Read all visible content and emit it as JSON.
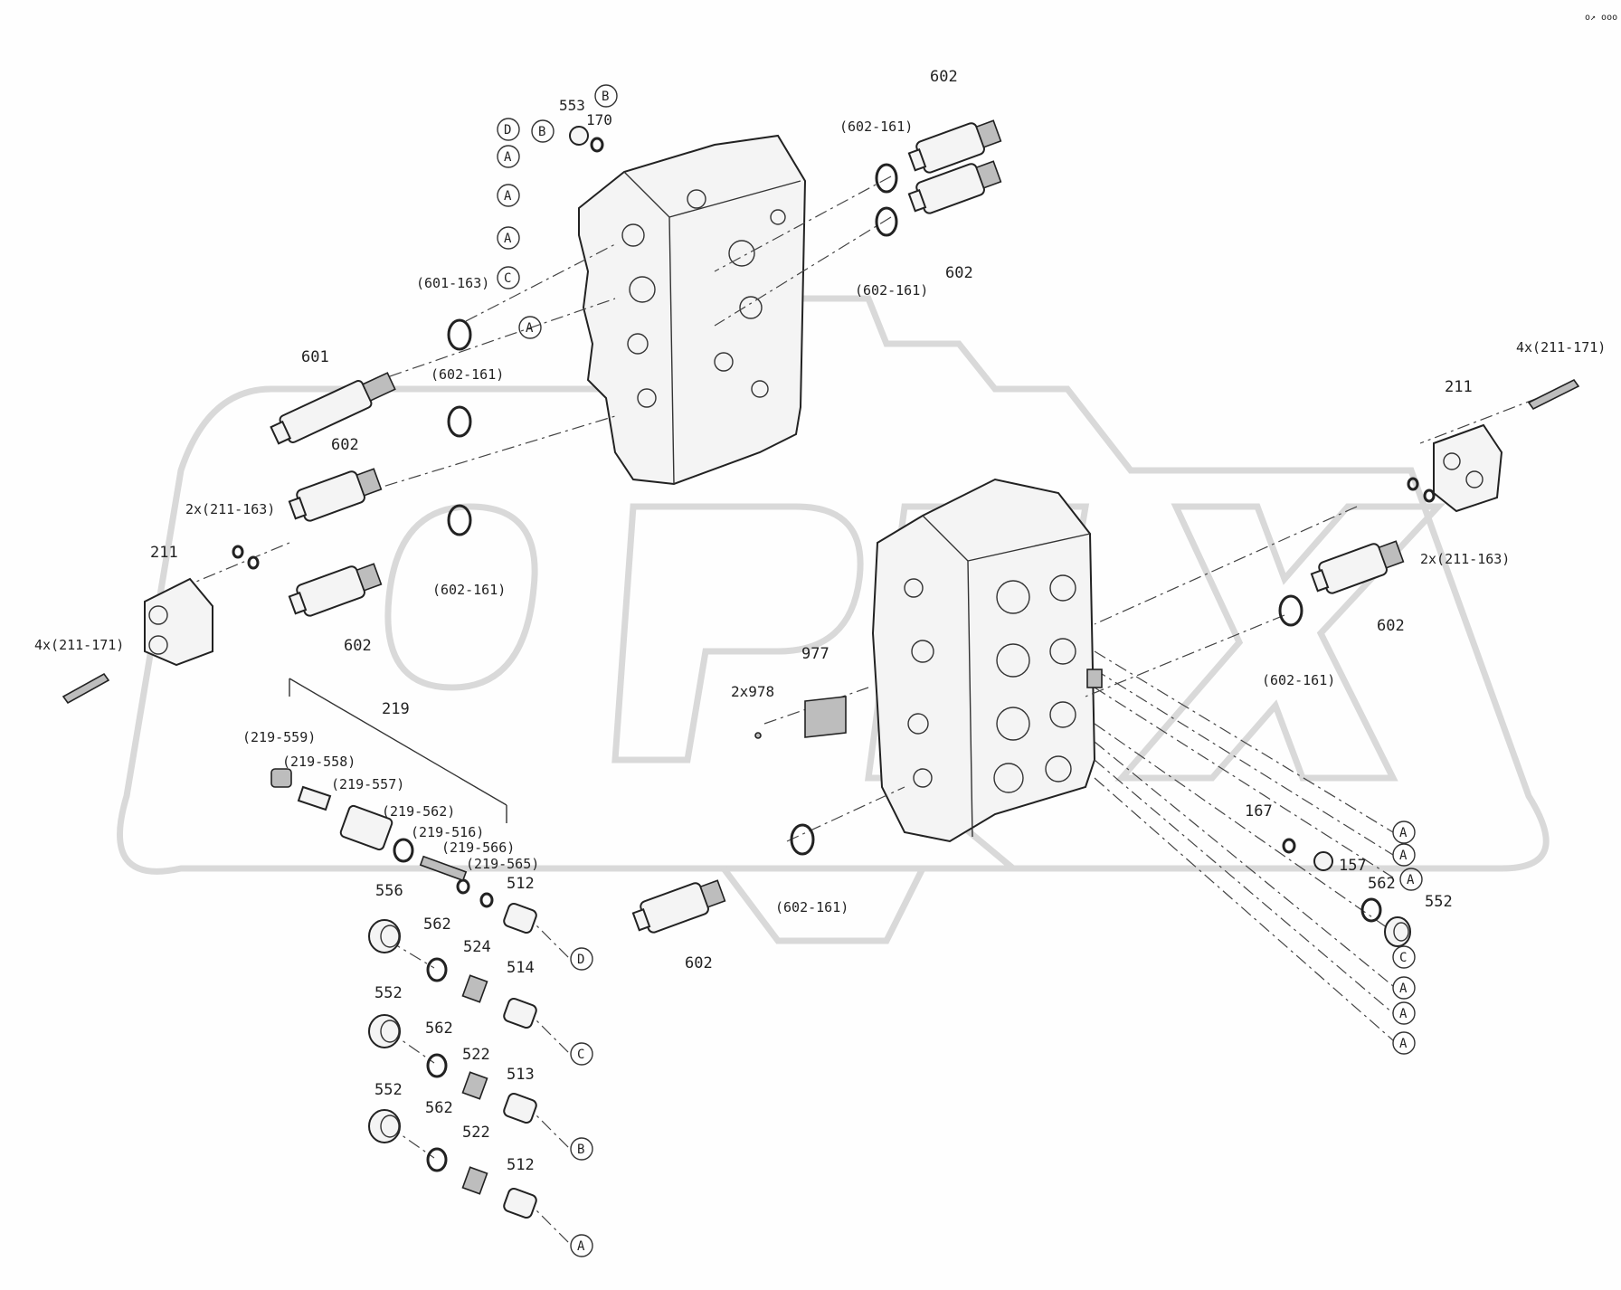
{
  "watermark": {
    "text": "OPEX",
    "color": "#d9d9d9"
  },
  "corner_note": "o↗ ooo",
  "labels": [
    {
      "id": "l553",
      "text": "553"
    },
    {
      "id": "l170",
      "text": "170"
    },
    {
      "id": "lB1",
      "text": "B"
    },
    {
      "id": "lD1",
      "text": "D"
    },
    {
      "id": "lB2",
      "text": "B"
    },
    {
      "id": "lA1",
      "text": "A"
    },
    {
      "id": "lA2",
      "text": "A"
    },
    {
      "id": "lA3",
      "text": "A"
    },
    {
      "id": "lC1",
      "text": "C"
    },
    {
      "id": "lA4",
      "text": "A"
    },
    {
      "id": "l602a",
      "text": "602"
    },
    {
      "id": "l602161a",
      "text": "(602-161)"
    },
    {
      "id": "l602b",
      "text": "602"
    },
    {
      "id": "l602161b",
      "text": "(602-161)"
    },
    {
      "id": "l601163",
      "text": "(601-163)"
    },
    {
      "id": "l601",
      "text": "601"
    },
    {
      "id": "l602161c",
      "text": "(602-161)"
    },
    {
      "id": "l602c",
      "text": "602"
    },
    {
      "id": "l2x211163a",
      "text": "2x(211-163)"
    },
    {
      "id": "l211a",
      "text": "211"
    },
    {
      "id": "l602161d",
      "text": "(602-161)"
    },
    {
      "id": "l602d",
      "text": "602"
    },
    {
      "id": "l4x211171a",
      "text": "4x(211-171)"
    },
    {
      "id": "l219",
      "text": "219"
    },
    {
      "id": "l219559",
      "text": "(219-559)"
    },
    {
      "id": "l219558",
      "text": "(219-558)"
    },
    {
      "id": "l219557",
      "text": "(219-557)"
    },
    {
      "id": "l219562",
      "text": "(219-562)"
    },
    {
      "id": "l219516",
      "text": "(219-516)"
    },
    {
      "id": "l219566",
      "text": "(219-566)"
    },
    {
      "id": "l219565",
      "text": "(219-565)"
    },
    {
      "id": "l556",
      "text": "556"
    },
    {
      "id": "l562a",
      "text": "562"
    },
    {
      "id": "l524",
      "text": "524"
    },
    {
      "id": "l512a",
      "text": "512"
    },
    {
      "id": "lD2",
      "text": "D"
    },
    {
      "id": "l514",
      "text": "514"
    },
    {
      "id": "lC2",
      "text": "C"
    },
    {
      "id": "l552a",
      "text": "552"
    },
    {
      "id": "l562b",
      "text": "562"
    },
    {
      "id": "l522a",
      "text": "522"
    },
    {
      "id": "l513",
      "text": "513"
    },
    {
      "id": "lB3",
      "text": "B"
    },
    {
      "id": "l552b",
      "text": "552"
    },
    {
      "id": "l562c",
      "text": "562"
    },
    {
      "id": "l522b",
      "text": "522"
    },
    {
      "id": "l512b",
      "text": "512"
    },
    {
      "id": "lA5",
      "text": "A"
    },
    {
      "id": "l602e",
      "text": "602"
    },
    {
      "id": "l602161e",
      "text": "(602-161)"
    },
    {
      "id": "l977",
      "text": "977"
    },
    {
      "id": "l2x978",
      "text": "2x978"
    },
    {
      "id": "l4x211171b",
      "text": "4x(211-171)"
    },
    {
      "id": "l211b",
      "text": "211"
    },
    {
      "id": "l2x211163b",
      "text": "2x(211-163)"
    },
    {
      "id": "l602f",
      "text": "602"
    },
    {
      "id": "l602161f",
      "text": "(602-161)"
    },
    {
      "id": "l167",
      "text": "167"
    },
    {
      "id": "l157",
      "text": "157"
    },
    {
      "id": "l562d",
      "text": "562"
    },
    {
      "id": "l552c",
      "text": "552"
    },
    {
      "id": "lA6",
      "text": "A"
    },
    {
      "id": "lA7",
      "text": "A"
    },
    {
      "id": "lA8",
      "text": "A"
    },
    {
      "id": "lC3",
      "text": "C"
    },
    {
      "id": "lA9",
      "text": "A"
    },
    {
      "id": "lA10",
      "text": "A"
    },
    {
      "id": "lA11",
      "text": "A"
    }
  ]
}
